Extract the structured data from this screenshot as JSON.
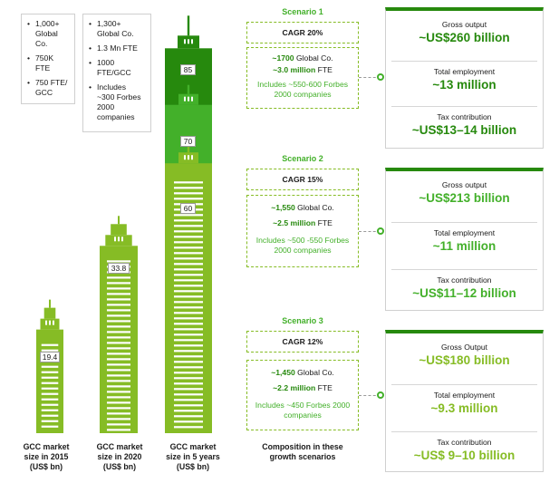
{
  "chart_data": {
    "type": "bar",
    "categories": [
      "GCC market size in 2015 (US$ bn)",
      "GCC market size in 2020 (US$ bn)",
      "GCC market size in 5 years (US$ bn)"
    ],
    "category_lines": [
      [
        "GCC market",
        "size in 2015",
        "(US$ bn)"
      ],
      [
        "GCC market",
        "size in 2020",
        "(US$ bn)"
      ],
      [
        "GCC market",
        "size in 5 years",
        "(US$ bn)"
      ]
    ],
    "values": [
      19.4,
      33.8,
      85
    ],
    "value_labels": [
      "19.4",
      "33.8",
      "85"
    ],
    "stack_labels": [
      "60",
      "70",
      "85"
    ],
    "stack_values": [
      60,
      70,
      85
    ],
    "colors": {
      "light": "#86bc25",
      "mid": "#43b02a",
      "dark": "#26890d"
    }
  },
  "notes": [
    {
      "items": [
        "1,000+ Global Co.",
        "750K FTE",
        "750 FTE/ GCC"
      ]
    },
    {
      "items": [
        "1,300+ Global Co.",
        "1.3 Mn FTE",
        "1000 FTE/GCC",
        "Includes ~300 Forbes 2000 companies"
      ]
    }
  ],
  "composition_label_lines": [
    "Composition in these",
    "growth scenarios"
  ],
  "scenarios": [
    {
      "title": "Scenario 1",
      "cagr": "CAGR 20%",
      "companies_num": "~1700",
      "companies_text": " Global Co.",
      "fte_num": "~3.0 million",
      "fte_text": " FTE",
      "forbes": "Includes ~550-600 Forbes 2000 companies",
      "results": [
        {
          "label": "Gross output",
          "value": "~US$260 billion"
        },
        {
          "label": "Total employment",
          "value": "~13 million"
        },
        {
          "label": "Tax contribution",
          "value": "~US$13–14 billion"
        }
      ]
    },
    {
      "title": "Scenario 2",
      "cagr": "CAGR 15%",
      "companies_num": "~1,550",
      "companies_text": " Global Co.",
      "fte_num": "~2.5 million",
      "fte_text": " FTE",
      "forbes": "Includes ~500 -550 Forbes 2000 companies",
      "results": [
        {
          "label": "Gross output",
          "value": "~US$213 billion"
        },
        {
          "label": "Total employment",
          "value": "~11 million"
        },
        {
          "label": "Tax contribution",
          "value": "~US$11–12 billion"
        }
      ]
    },
    {
      "title": "Scenario 3",
      "cagr": "CAGR 12%",
      "companies_num": "~1,450",
      "companies_text": " Global Co.",
      "fte_num": "~2.2 million",
      "fte_text": " FTE",
      "forbes": "Includes ~450 Forbes 2000 companies",
      "results": [
        {
          "label": "Gross Output",
          "value": "~US$180 billion"
        },
        {
          "label": "Total employment",
          "value": "~9.3 million"
        },
        {
          "label": "Tax contribution",
          "value": "~US$ 9–10 billion"
        }
      ]
    }
  ]
}
